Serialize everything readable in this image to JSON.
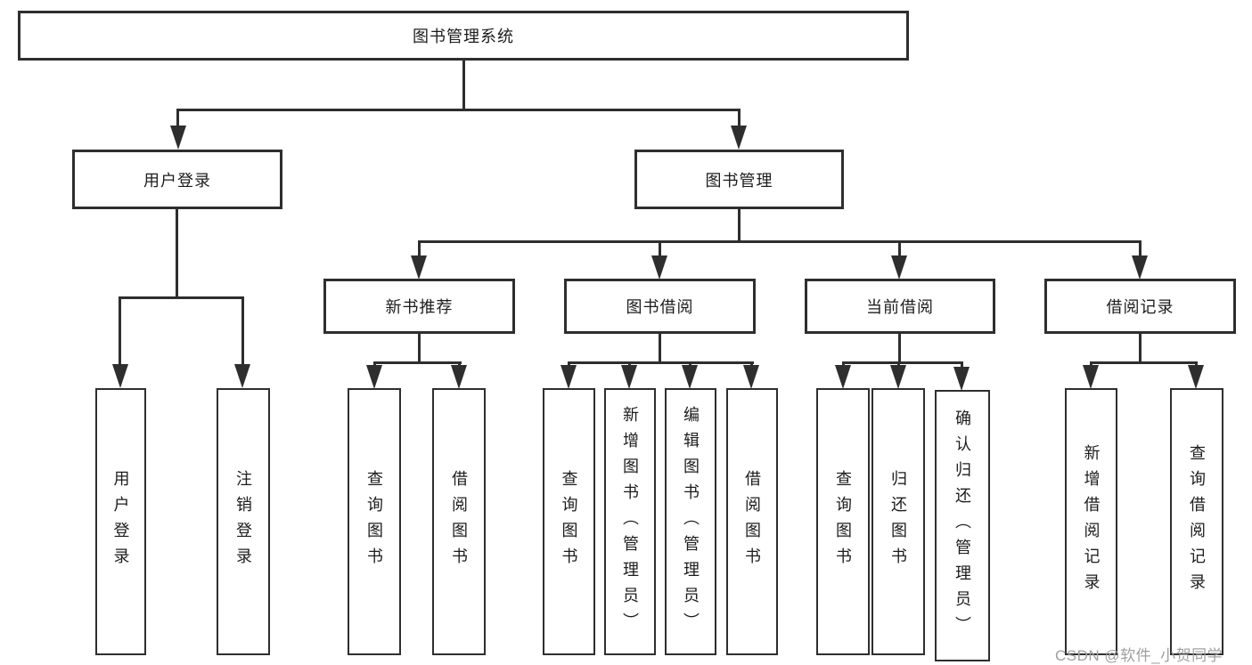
{
  "nodes": {
    "root": "图书管理系统",
    "user_login": "用户登录",
    "book_mgmt": "图书管理",
    "new_book": "新书推荐",
    "book_borrow": "图书借阅",
    "current_borrow": "当前借阅",
    "borrow_record": "借阅记录",
    "leaves": {
      "user_login": [
        "用户登录",
        "注销登录"
      ],
      "new_book": [
        "查询图书",
        "借阅图书"
      ],
      "book_borrow": [
        "查询图书",
        "新增图书（管理员）",
        "编辑图书（管理员）",
        "借阅图书"
      ],
      "current_borrow": [
        "查询图书",
        "归还图书",
        "确认归还（管理员）"
      ],
      "borrow_record": [
        "新增借阅记录",
        "查询借阅记录"
      ]
    }
  },
  "watermark": "CSDN @软件_小贺同学",
  "colors": {
    "line": "#2e2e2e",
    "box_border": "#2e2e2e",
    "text": "#1c1c1c",
    "background": "#ffffff",
    "watermark": "#a0a0a0"
  }
}
